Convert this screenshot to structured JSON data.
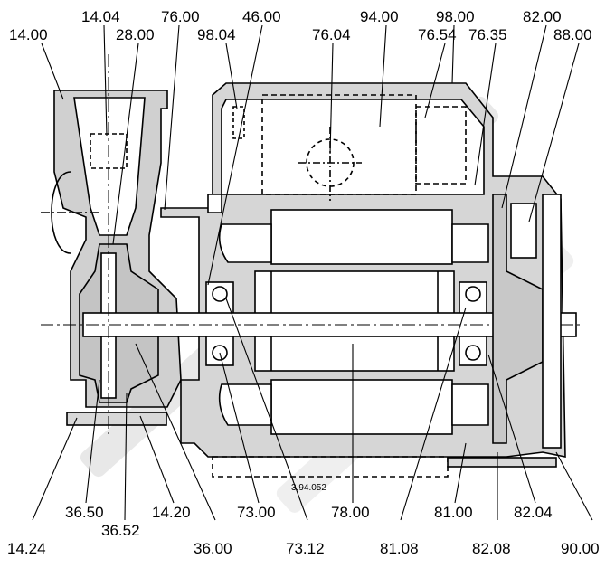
{
  "drawing_ref": "3.94.052",
  "colors": {
    "line": "#000000",
    "fill": "#bdbdbd",
    "watermark": "#e8e8e8"
  },
  "top_labels": [
    "14.04",
    "14.00",
    "28.00",
    "76.00",
    "46.00",
    "98.04",
    "76.04",
    "94.00",
    "76.54",
    "98.00",
    "76.35",
    "82.00",
    "88.00"
  ],
  "bottom_labels": [
    "36.50",
    "36.52",
    "14.20",
    "73.00",
    "78.00",
    "81.00",
    "82.04",
    "14.24",
    "36.00",
    "73.12",
    "81.08",
    "82.08",
    "90.00"
  ]
}
